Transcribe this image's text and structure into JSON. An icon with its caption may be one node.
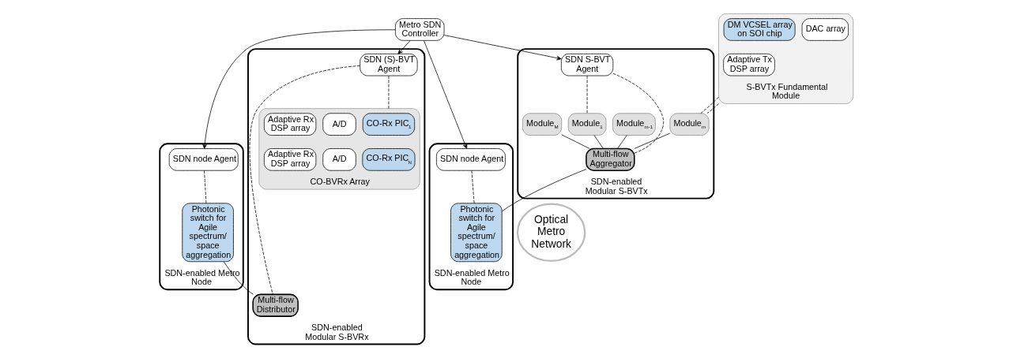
{
  "diagram": {
    "nodes": [
      {
        "text": [
          "Metro SDN Controller"
        ]
      },
      {
        "text": [
          "SDN-enabled Modular S-BVTx"
        ]
      },
      {
        "text": [
          "SDN S-BVT Agent"
        ],
        "in": 1
      },
      {
        "text": [
          "Module$_{1}$"
        ],
        "in": 1
      },
      {
        "text": [
          "Module$_{m-1}$"
        ],
        "in": 1
      },
      {
        "text": [
          "Module$_{m}$"
        ],
        "in": 1
      },
      {
        "text": [
          "Module$_{M}$"
        ],
        "in": 1
      },
      {
        "text": [
          "Multi-flow Aggregator"
        ],
        "in": 1
      },
      {
        "text": [
          "SDN-enabled Metro Node"
        ]
      },
      {
        "text": [
          "SDN node Agent"
        ],
        "in": 8
      },
      {
        "text": [
          "Photonic switch for Agile spectrum/ space aggregation"
        ],
        "in": 8
      },
      {
        "text": [
          "Optical Metro Network"
        ]
      },
      {
        "text": [
          "SDN-enabled Metro Node"
        ]
      },
      {
        "text": [
          "SDN node Agent"
        ],
        "in": 12
      },
      {
        "text": [
          "Photonic switch for Agile spectrum/ space aggregation"
        ],
        "in": 12
      },
      {
        "text": [
          "SDN-enabled Modular S-BVRx"
        ]
      },
      {
        "text": [
          "SDN (S)-BVT Agent"
        ],
        "in": 15
      },
      {
        "text": [
          "Multi-flow Distributor"
        ],
        "in": 15
      },
      {
        "text": [
          "CO-BVRx Array"
        ],
        "in": 15
      },
      {
        "text": [
          "CO-Rx PIC$_{1}$"
        ],
        "in": 18
      },
      {
        "text": [
          "A/D"
        ],
        "in": 18
      },
      {
        "text": [
          "Adaptive Rx DSP array"
        ],
        "in": 18
      },
      {
        "text": [
          "CO-Rx PIC$_{N}$"
        ],
        "in": 18
      },
      {
        "text": [
          "A/D"
        ],
        "in": 18
      },
      {
        "text": [
          "Adaptive Rx DSP array"
        ],
        "in": 18
      },
      {
        "text": [
          "S-BVTx Fundamental Module"
        ]
      },
      {
        "text": [
          "Adaptive Tx DSP array"
        ],
        "in": 25
      },
      {
        "text": [
          "DAC array"
        ],
        "in": 25
      },
      {
        "text": [
          "DM VCSEL array on SOI chip"
        ],
        "in": 25
      }
    ],
    "edges": [
      {
        "from": 0,
        "to": 2,
        "arrow": "to"
      },
      {
        "from": 0,
        "to": 9,
        "arrow": "to"
      },
      {
        "from": 0,
        "to": 13,
        "arrow": "to"
      },
      {
        "from": 0,
        "to": 16,
        "arrow": "to"
      },
      {
        "from": 2,
        "to": 3,
        "arrow": "none",
        "style": "dashed"
      },
      {
        "from": 2,
        "to": 7,
        "arrow": "none",
        "style": "dashed"
      },
      {
        "from": 3,
        "to": 7,
        "arrow": "none"
      },
      {
        "from": 4,
        "to": 7,
        "arrow": "none"
      },
      {
        "from": 5,
        "to": 7,
        "arrow": "none"
      },
      {
        "from": 6,
        "to": 7,
        "arrow": "none"
      },
      {
        "from": 25,
        "to": 5,
        "arrow": "none",
        "style": "dashed"
      },
      {
        "from": 25,
        "to": 5,
        "arrow": "none",
        "style": "dashed"
      },
      {
        "from": 9,
        "to": 10,
        "arrow": "none",
        "style": "dashed"
      },
      {
        "from": 7,
        "to": 10,
        "arrow": "none"
      },
      {
        "from": 13,
        "to": 14,
        "arrow": "none",
        "style": "dashed"
      },
      {
        "from": 14,
        "to": 17,
        "arrow": "none"
      },
      {
        "from": 16,
        "to": 17,
        "arrow": "none",
        "style": "dashed"
      },
      {
        "from": 16,
        "to": 18,
        "arrow": "none",
        "style": "dashed"
      }
    ]
  }
}
